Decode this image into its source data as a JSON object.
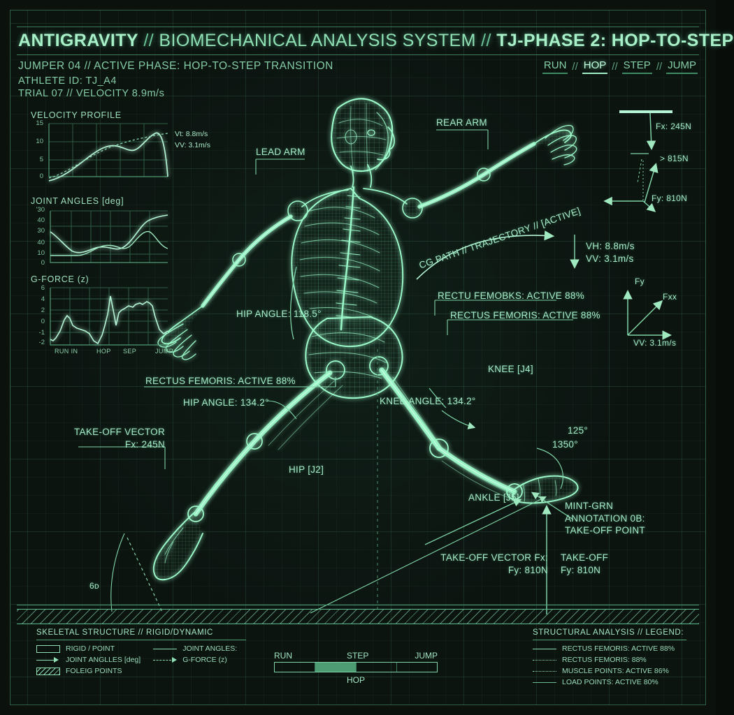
{
  "theme": {
    "bg": "#0c1410",
    "accent": "#9fe8c0",
    "accent_bright": "#c2ffdd",
    "frame": "#2f5f47"
  },
  "header": {
    "brand": "ANTIGRAVITY",
    "sep": "//",
    "system": "BIOMECHANICAL ANALYSIS SYSTEM",
    "phase": "TJ-PHASE 2: HOP-TO-STEP",
    "subtitle": "JUMPER 04 // ACTIVE PHASE: HOP-TO-STEP TRANSITION",
    "athlete_id": "ATHLETE ID: TJ_A4",
    "trial": "TRIAL 07 // VELOCITY 8.9m/s",
    "nav": [
      {
        "label": "RUN",
        "active": false
      },
      {
        "label": "HOP",
        "active": true
      },
      {
        "label": "STEP",
        "active": false
      },
      {
        "label": "JUMP",
        "active": false
      }
    ],
    "nav_sep": "//"
  },
  "chart_data": [
    {
      "type": "line",
      "title": "VELOCITY PROFILE",
      "xlabel": "",
      "ylabel": "",
      "ylim": [
        0,
        15
      ],
      "yticks": [
        "15",
        "10",
        "5",
        "0"
      ],
      "grid": true,
      "annotations": [
        "Vt: 8.8m/s",
        "VV: 3.1m/s"
      ],
      "series": [
        {
          "name": "velocity",
          "style": "solid",
          "values": [
            -1.0,
            0.2,
            1.6,
            3.3,
            5.2,
            7.0,
            8.3,
            8.0,
            8.6,
            10.8,
            12.4,
            11.2,
            6.0,
            0.0
          ]
        },
        {
          "name": "reference",
          "style": "dashed",
          "values": [
            -0.6,
            0.6,
            2.0,
            3.6,
            5.1,
            6.4,
            7.5,
            8.3,
            9.2,
            10.2,
            11.0,
            11.5,
            11.8,
            11.9
          ]
        }
      ]
    },
    {
      "type": "line",
      "title": "JOINT ANGLES [deg]",
      "xlabel": "",
      "ylabel": "",
      "ylim": [
        0,
        50
      ],
      "yticks": [
        "'30",
        "40",
        "30",
        "40",
        "10",
        "0"
      ],
      "grid": true,
      "series": [
        {
          "name": "hip",
          "style": "solid",
          "values": [
            37,
            30,
            22,
            14,
            13,
            16,
            19,
            21,
            20,
            17,
            22,
            33,
            41,
            43,
            45,
            46,
            47
          ]
        },
        {
          "name": "knee",
          "style": "solid",
          "values": [
            5,
            5,
            5,
            5,
            9,
            13,
            17,
            19,
            18,
            16,
            20,
            27,
            30,
            26,
            20,
            16,
            15
          ]
        }
      ]
    },
    {
      "type": "line",
      "title": "G-FORCE (z)",
      "xlabel": "",
      "ylabel": "",
      "ylim": [
        -2.6,
        6
      ],
      "yticks": [
        "6",
        "4",
        "2",
        "0",
        "-1",
        "-2"
      ],
      "xticks": [
        "RUN IN",
        "HOP",
        "SEP",
        "JUMP"
      ],
      "grid": true,
      "series": [
        {
          "name": "gz",
          "style": "solid",
          "values": [
            -2.0,
            -2.1,
            -1.9,
            -1.3,
            0.0,
            0.8,
            0.3,
            -0.6,
            -1.0,
            -1.2,
            -1.3,
            -1.6,
            -2.2,
            -2.4,
            -1.5,
            0.2,
            2.0,
            5.4,
            3.0,
            0.6,
            2.0,
            2.3,
            2.5,
            2.9,
            2.8,
            3.2,
            3.4,
            3.3,
            3.6,
            3.5,
            3.3,
            2.0,
            -0.6,
            -1.4,
            -1.2
          ]
        }
      ]
    }
  ],
  "callouts": {
    "lead_arm": "LEAD ARM",
    "rear_arm": "REAR ARM",
    "cg_path": "CG PATH // TRAJECTORY // [ACTIVE]",
    "vh": "VH: 8.8m/s",
    "vv": "VV: 3.1m/s",
    "rectus_1": "RECTU FEMOBKS: ACTIVE 88%",
    "rectus_2": "RECTUS FEMORIS: ACTIVE 88%",
    "rectus_3": "RECTUS FEMORIS: ACTIVE 88%",
    "hip_angle_1": "HIP ANGLE: 118.5°",
    "hip_angle_2": "HIP ANGLE: 134.2°",
    "knee_angle": "KNEE ANGLE: 134.2°",
    "knee_joint": "KNEE [J4]",
    "hip_joint": "HIP [J2]",
    "ankle_joint": "ANKLE [J5]",
    "angle_125": "125°",
    "angle_1350": "1350°",
    "angle_small": "6ᴅ",
    "takeoff_vector_left": "TAKE-OFF VECTOR\nFx: 245N",
    "takeoff_vector_mid": "TAKE-OFF VECTOR Fx:\nFy: 810N",
    "takeoff_right": "TAKE-OFF\nFy: 810N",
    "mint_annotation": "MINT-GRN\nANNOTATION 0B:\nTAKE-OFF POINT",
    "force_fx": "Fx: 245N",
    "force_815": "> 815N",
    "force_fy": "Fy: 810N",
    "axis_fy": "Fy",
    "axis_fxx": "Fxx",
    "axis_vv": "VV: 3.1m/s"
  },
  "legend_left": {
    "title": "SKELETAL STRUCTURE // RIGID/DYNAMIC",
    "col1": [
      {
        "swatch": "box",
        "label": "RIGID / POINT"
      },
      {
        "swatch": "arrow",
        "label": "JOINT ANGLLES [deg]"
      },
      {
        "swatch": "hatch",
        "label": "FOLEIG POINTS"
      }
    ],
    "col2": [
      {
        "swatch": "solid",
        "label": "JOINT ANGLES:"
      },
      {
        "swatch": "dash",
        "label": "G-FORCE (z)"
      }
    ]
  },
  "legend_right": {
    "title": "STRUCTURAL ANALYSIS // LEGEND:",
    "items": [
      {
        "swatch": "solid",
        "label": "RECTUS FEMORIS: ACTIVE 88%"
      },
      {
        "swatch": "dash",
        "label": "RECTUS FEMORIS: 88%"
      },
      {
        "swatch": "dot",
        "label": "MUSCLE POINTS: ACTIVE 86%"
      },
      {
        "swatch": "thin",
        "label": "LOAD POINTS: ACTIVE 80%"
      }
    ]
  },
  "phase_bar": {
    "labels_top": [
      "RUN",
      "STEP",
      "JUMP"
    ],
    "label_bottom": "HOP",
    "segments": [
      false,
      true,
      false,
      false
    ]
  }
}
